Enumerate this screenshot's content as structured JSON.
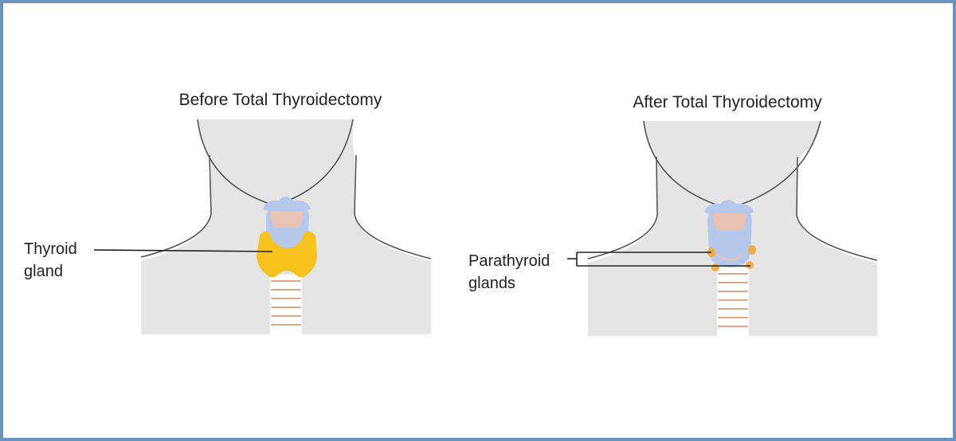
{
  "before": {
    "title": "Before Total Thyroidectomy",
    "label_line1": "Thyroid",
    "label_line2": "gland"
  },
  "after": {
    "title": "After Total Thyroidectomy",
    "label_line1": "Parathyroid",
    "label_line2": "glands"
  },
  "colors": {
    "frame": "#6b93bd",
    "body": "#e5e5e5",
    "outline": "#555555",
    "larynx": "#b7c9ea",
    "cartilage": "#e8c2b5",
    "thyroid": "#f7c21e",
    "parathyroid": "#f2ad4a",
    "trachea_ring": "#e0a68a"
  }
}
